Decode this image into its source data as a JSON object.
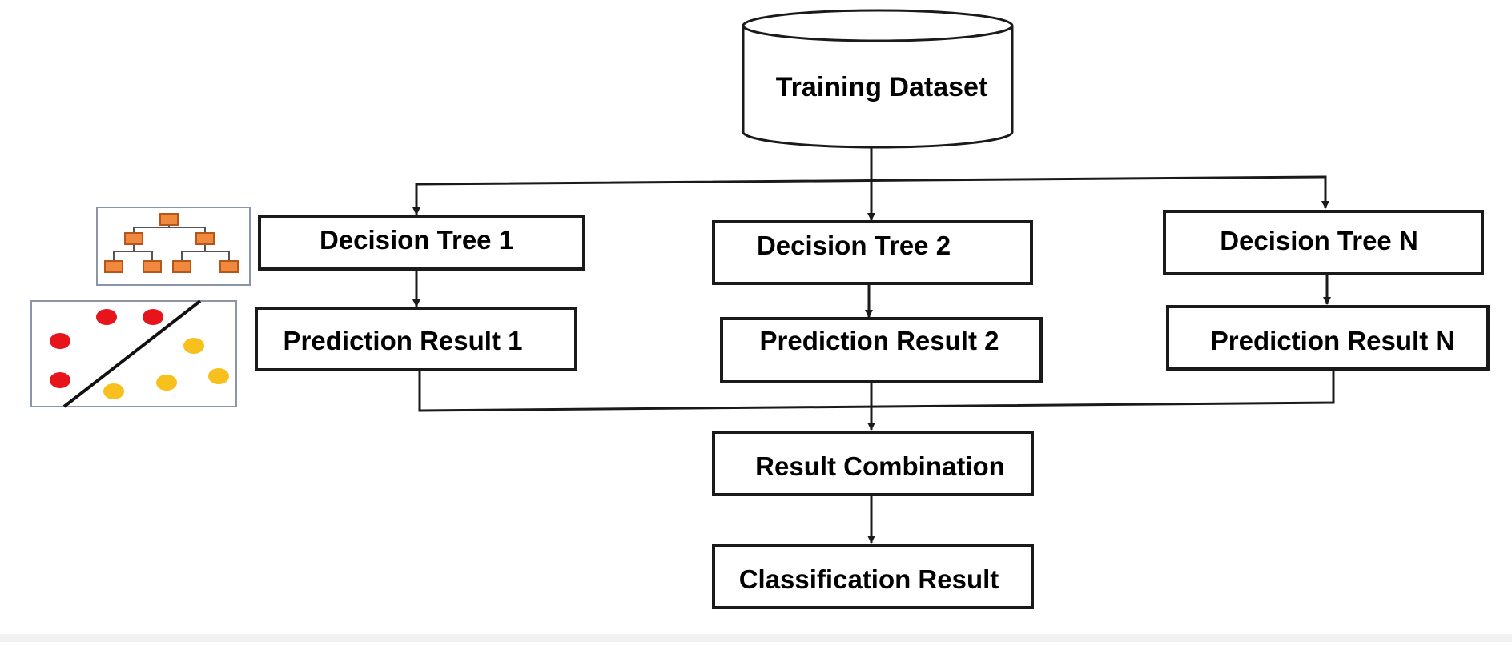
{
  "nodes": {
    "training_dataset": "Training Dataset",
    "decision_tree_1": "Decision Tree 1",
    "decision_tree_2": "Decision Tree 2",
    "decision_tree_n": "Decision Tree N",
    "prediction_result_1": "Prediction Result 1",
    "prediction_result_2": "Prediction Result 2",
    "prediction_result_n": "Prediction Result N",
    "result_combination": "Result Combination",
    "classification_result": "Classification Result"
  },
  "icons": {
    "tree": "decision-tree-icon",
    "scatter": "classification-scatter-icon"
  },
  "colors": {
    "stroke": "#1a1a1a",
    "tree_node_fill": "#f0883e",
    "tree_node_stroke": "#b5561a",
    "icon_border": "#8a96a8",
    "red_point": "#e8141c",
    "yellow_point": "#f7c01c"
  }
}
